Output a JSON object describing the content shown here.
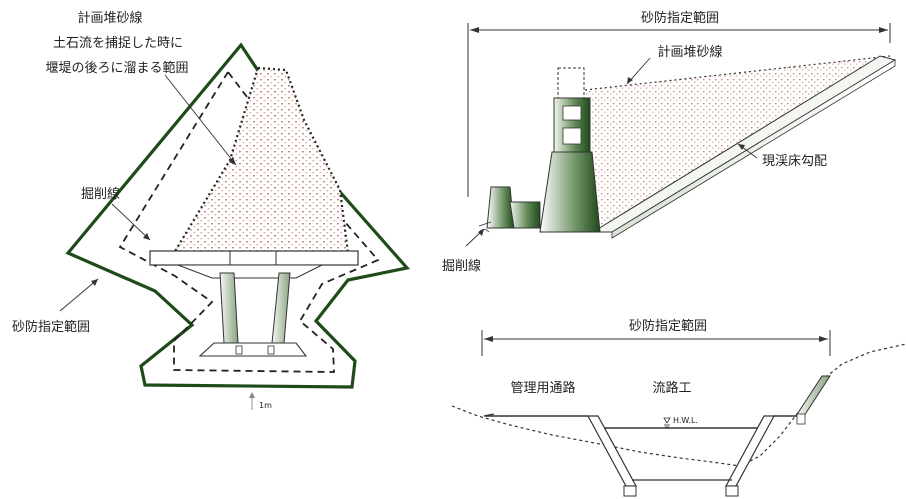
{
  "plan": {
    "title_line1": "計画堆砂線",
    "title_line2": "土石流を捕捉した時に",
    "title_line3": "堰堤の後ろに溜まる範囲",
    "excavation_label": "掘削線",
    "area_label": "砂防指定範囲",
    "offset_label": "1m"
  },
  "side_view": {
    "area_label": "砂防指定範囲",
    "sediment_label": "計画堆砂線",
    "bed_slope_label": "現渓床勾配",
    "excavation_label": "掘削線"
  },
  "cross_section": {
    "area_label": "砂防指定範囲",
    "road_label": "管理用通路",
    "channel_label": "流路工",
    "hwl_label": "H.W.L."
  },
  "colors": {
    "dark_green": "#1f4a1a",
    "sediment_dot": "#c98a78",
    "line": "#333333"
  }
}
